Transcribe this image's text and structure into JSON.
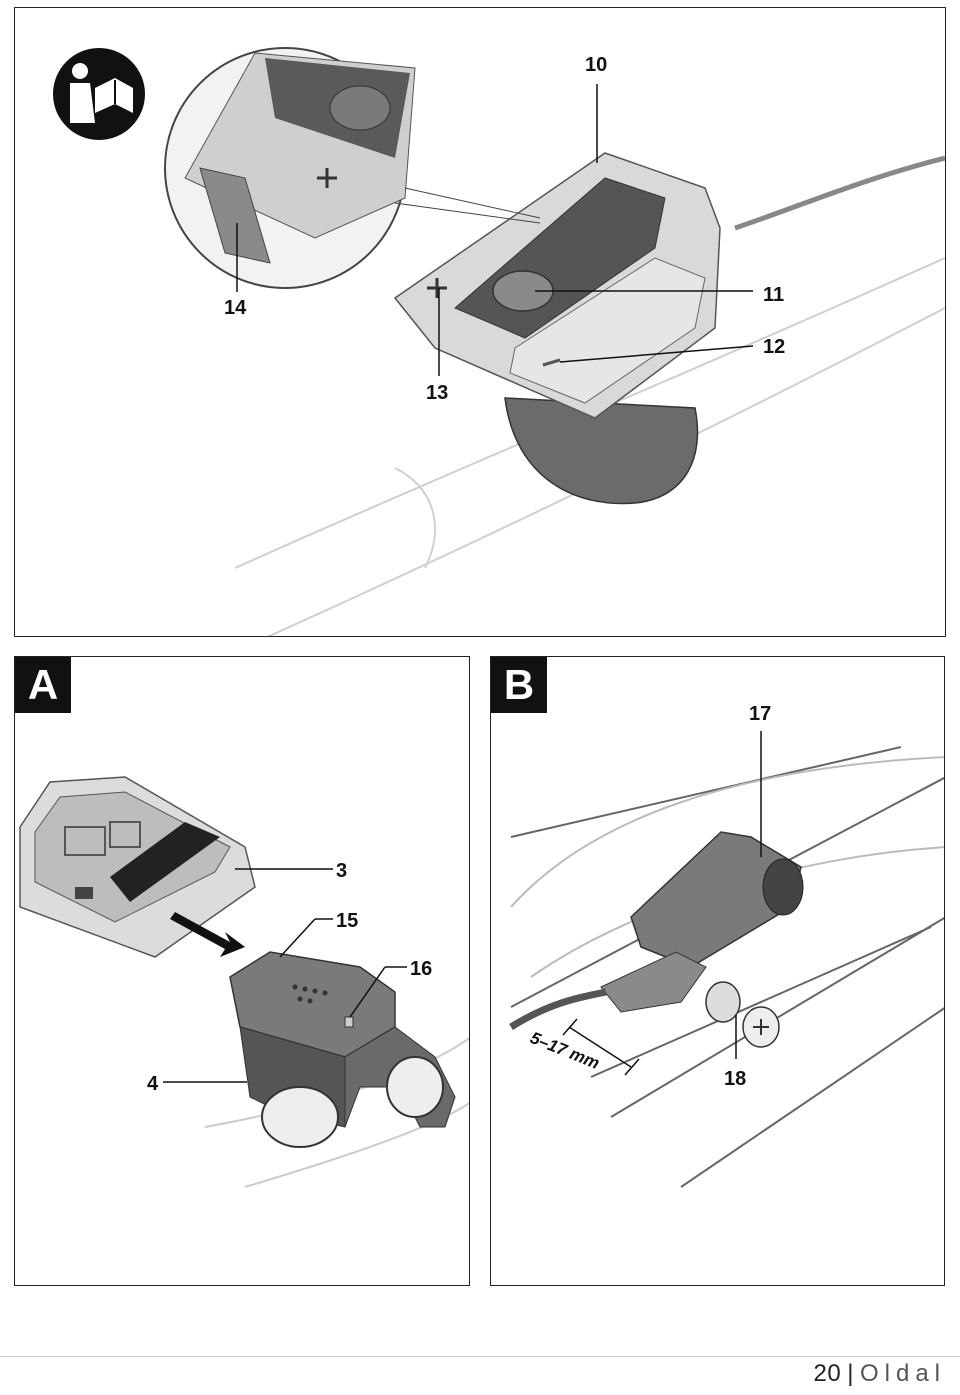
{
  "figure_top": {
    "callouts": {
      "c10": "10",
      "c11": "11",
      "c12": "12",
      "c13": "13",
      "c14": "14"
    },
    "icon": "read-manual-icon"
  },
  "figure_a": {
    "letter": "A",
    "callouts": {
      "c3": "3",
      "c15": "15",
      "c16": "16",
      "c4": "4"
    }
  },
  "figure_b": {
    "letter": "B",
    "callouts": {
      "c17": "17",
      "c18": "18"
    },
    "dimension": "5–17 mm"
  },
  "footer": {
    "page_number": "20",
    "separator": "|",
    "word": "Oldal"
  }
}
